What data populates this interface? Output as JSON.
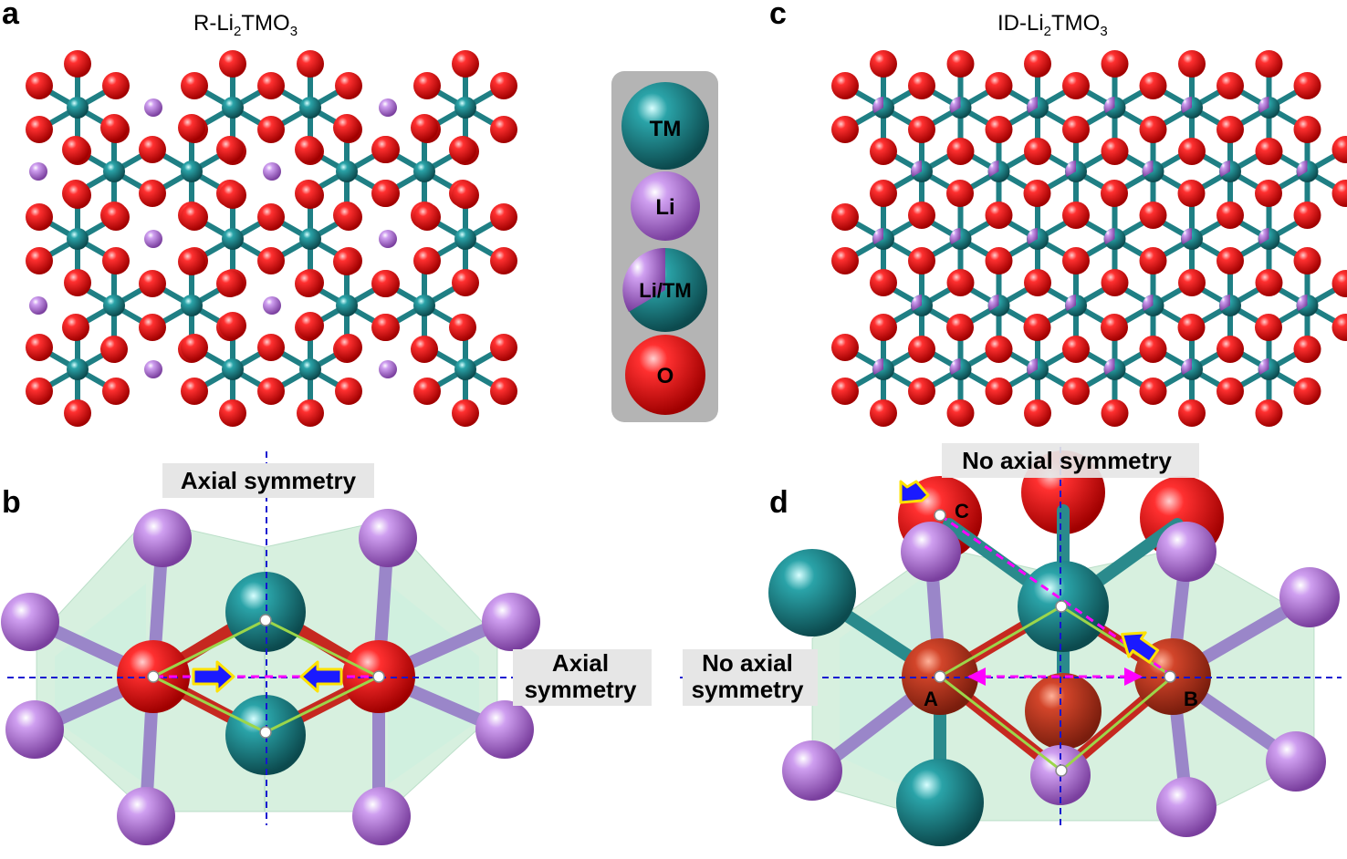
{
  "panels": {
    "a": {
      "letter": "a",
      "title_main": "R-Li",
      "title_sub1": "2",
      "title_mid": "TMO",
      "title_sub2": "3"
    },
    "b": {
      "letter": "b"
    },
    "c": {
      "letter": "c",
      "title_main": "ID-Li",
      "title_sub1": "2",
      "title_mid": "TMO",
      "title_sub2": "3"
    },
    "d": {
      "letter": "d"
    }
  },
  "legend": {
    "items": [
      {
        "label": "TM",
        "kind": "tm"
      },
      {
        "label": "Li",
        "kind": "li"
      },
      {
        "label": "Li/TM",
        "kind": "mixed"
      },
      {
        "label": "O",
        "kind": "o"
      }
    ]
  },
  "labels": {
    "b_vertical": "Axial symmetry",
    "b_horizontal_line1": "Axial",
    "b_horizontal_line2": "symmetry",
    "d_vertical": "No axial symmetry",
    "d_horizontal_line1": "No axial",
    "d_horizontal_line2": "symmetry",
    "site_a": "A",
    "site_b": "B",
    "site_c": "C"
  },
  "colors": {
    "tm": "#1f7f84",
    "li": "#b77fd6",
    "o": "#e3121a",
    "o_dark": "#c94a2a",
    "arrow_fill": "#1a1aff",
    "arrow_outline": "#ffe100",
    "path_magenta": "#ff00ff",
    "axis_blue": "#1515d0",
    "hex_green": "#8bd5a3",
    "bond_li": "#9a86c9"
  }
}
